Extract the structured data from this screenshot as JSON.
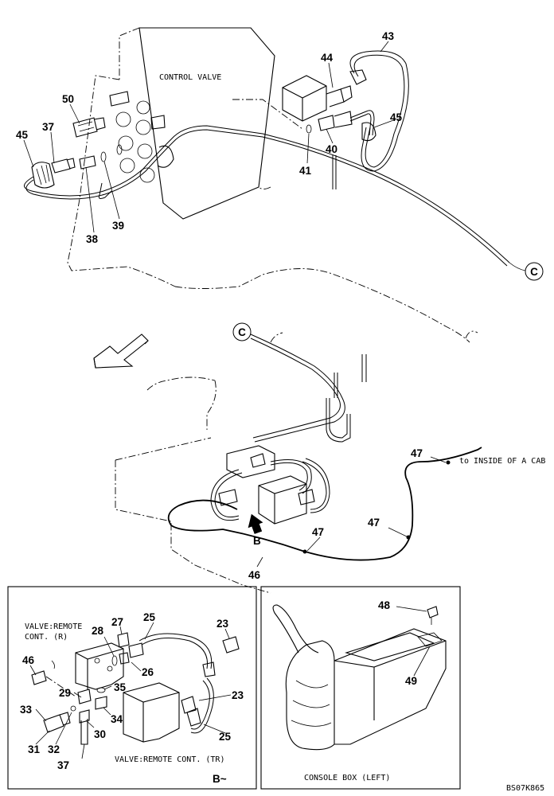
{
  "captions": {
    "control_valve": "CONTROL VALVE",
    "to_cab": "to INSIDE OF A CAB",
    "remote_r_line1": "VALVE:REMOTE",
    "remote_r_line2": "CONT. (R)",
    "remote_tr": "VALVE:REMOTE CONT. (TR)",
    "view_b": "B~",
    "console_box": "CONSOLE BOX (LEFT)",
    "drawing_code": "BS07K865"
  },
  "markers": {
    "connector_c_top": "C",
    "connector_c_bottom": "C",
    "view_b_arrow": "B"
  },
  "part_numbers": {
    "p43": "43",
    "p44": "44",
    "p45a": "45",
    "p45b": "45",
    "p50": "50",
    "p37a": "37",
    "p41": "41",
    "p40": "40",
    "p38": "38",
    "p39": "39",
    "p47a": "47",
    "p47b": "47",
    "p47c": "47",
    "p46": "46",
    "p25a": "25",
    "p27": "27",
    "p28": "28",
    "p23a": "23",
    "p46b": "46",
    "p26": "26",
    "p29": "29",
    "p35": "35",
    "p23b": "23",
    "p33": "33",
    "p34": "34",
    "p30": "30",
    "p31": "31",
    "p32": "32",
    "p37b": "37",
    "p25b": "25",
    "p48": "48",
    "p49": "49"
  }
}
